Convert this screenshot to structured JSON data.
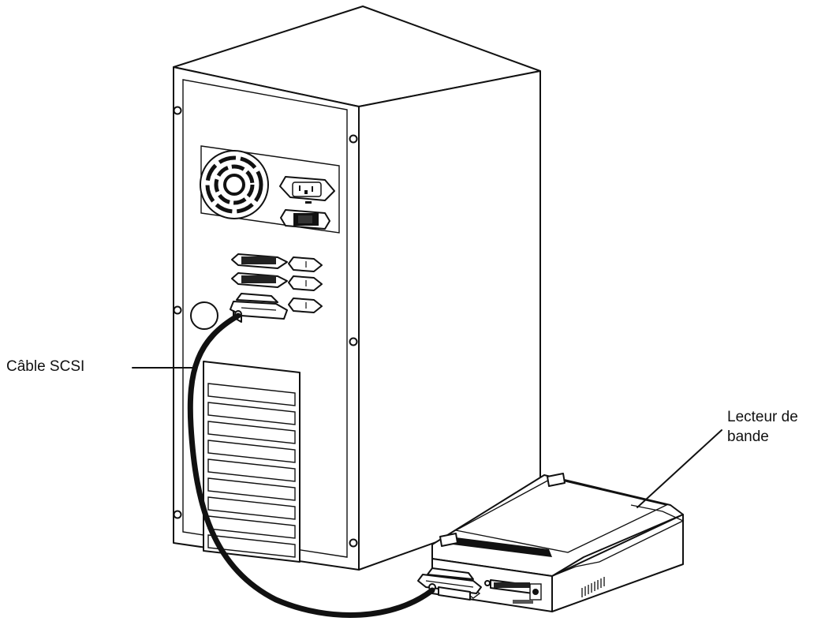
{
  "labels": {
    "scsi_cable": "Câble SCSI",
    "tape_drive_line1": "Lecteur de",
    "tape_drive_line2": "bande"
  },
  "colors": {
    "ink": "#111111",
    "background": "#ffffff"
  }
}
